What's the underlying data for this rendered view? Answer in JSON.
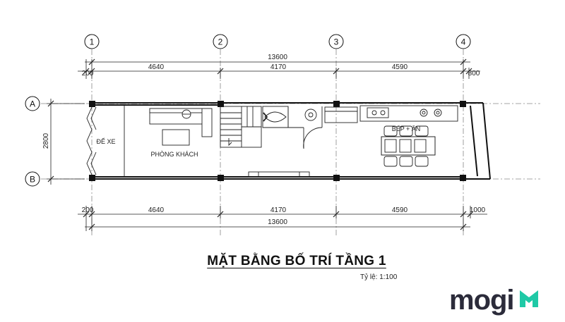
{
  "axes": {
    "vertical": [
      "1",
      "2",
      "3",
      "4"
    ],
    "horizontal": [
      "A",
      "B"
    ]
  },
  "dimensions": {
    "top_total": "13600",
    "top_segments": [
      "200",
      "4640",
      "4170",
      "4590",
      "800"
    ],
    "bottom_segments": [
      "200",
      "4640",
      "4170",
      "4590",
      "1000"
    ],
    "bottom_total": "13600",
    "left_height": "2800"
  },
  "rooms": {
    "parking": "ĐỂ XE",
    "living": "PHÒNG KHÁCH",
    "kitchen": "BẾP + ĂN"
  },
  "title": "MẶT BẰNG BỐ TRÍ TẦNG 1",
  "scale": "Tỷ lệ: 1:100",
  "logo": {
    "text": "mogi",
    "accent": "#1fc9a6",
    "text_color": "#2b2b3a"
  }
}
